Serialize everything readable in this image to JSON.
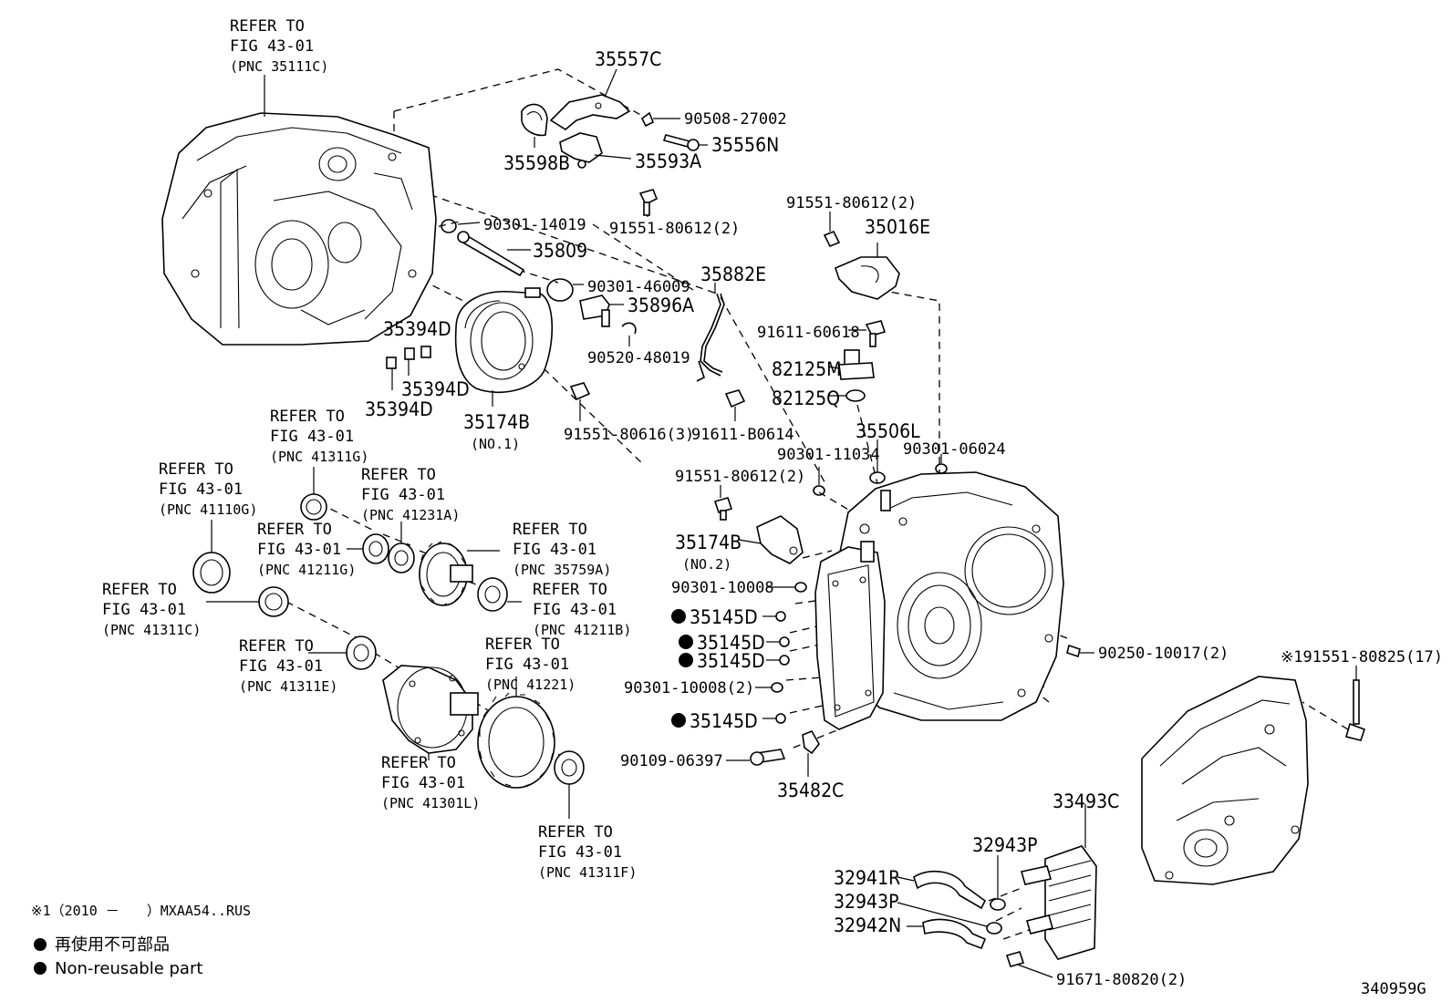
{
  "diagram_id": "340959G",
  "housing_refer": [
    "REFER TO",
    "FIG 43-01",
    "(PNC 35111C)"
  ],
  "refs": {
    "r41311g": [
      "REFER TO",
      "FIG 43-01",
      "(PNC 41311G)"
    ],
    "r41110g": [
      "REFER TO",
      "FIG 43-01",
      "(PNC 41110G)"
    ],
    "r41231a": [
      "REFER TO",
      "FIG 43-01",
      "(PNC 41231A)"
    ],
    "r41211g": [
      "REFER TO",
      "FIG 43-01",
      "(PNC 41211G)"
    ],
    "r35759a": [
      "REFER TO",
      "FIG 43-01",
      "(PNC 35759A)"
    ],
    "r41311c": [
      "REFER TO",
      "FIG 43-01",
      "(PNC 41311C)"
    ],
    "r41211b": [
      "REFER TO",
      "FIG 43-01",
      "(PNC 41211B)"
    ],
    "r41311e": [
      "REFER TO",
      "FIG 43-01",
      "(PNC 41311E)"
    ],
    "r41221": [
      "REFER TO",
      "FIG 43-01",
      "(PNC 41221)"
    ],
    "r41301l": [
      "REFER TO",
      "FIG 43-01",
      "(PNC 41301L)"
    ],
    "r41311f": [
      "REFER TO",
      "FIG 43-01",
      "(PNC 41311F)"
    ]
  },
  "parts": {
    "p35557c": "35557C",
    "p9050827002": "90508-27002",
    "p35556n": "35556N",
    "p35598b": "35598B",
    "p35593a": "35593A",
    "p91551_80612_top": "91551-80612(2)",
    "p9030114019": "90301-14019",
    "p35809": "35809",
    "p9030146009": "90301-46009",
    "p35896a": "35896A",
    "p9052048019": "90520-48019",
    "p35882e": "35882E",
    "p35394d_a": "35394D",
    "p35394d_b": "35394D",
    "p35394d_c": "35394D",
    "p35174b_1": "35174B",
    "p35174b_1_sub": "(NO.1)",
    "p9155180616": "91551-80616(3)",
    "p91611b0614": "91611-B0614",
    "p91551_80612_r": "91551-80612(2)",
    "p35016e": "35016E",
    "p9161160618": "91611-60618",
    "p82125m": "82125M",
    "p82125q": "82125Q",
    "p35506l": "35506L",
    "p9030111034": "90301-11034",
    "p9030106024": "90301-06024",
    "p91551_80612_m": "91551-80612(2)",
    "p35174b_2": "35174B",
    "p35174b_2_sub": "(NO.2)",
    "p90301_10008": "90301-10008",
    "p35145d_1": "35145D",
    "p35145d_2": "35145D",
    "p35145d_3": "35145D",
    "p90301_10008_2": "90301-10008(2)",
    "p35145d_4": "35145D",
    "p9010906397": "90109-06397",
    "p35482c": "35482C",
    "p9025010017": "90250-10017(2)",
    "p9155180825": "※191551-80825(17)",
    "p33493c": "33493C",
    "p32943p_a": "32943P",
    "p32941r": "32941R",
    "p32943p_b": "32943P",
    "p32942n": "32942N",
    "p9167180820": "91671-80820(2)"
  },
  "legend": {
    "note1": "※1（2010 －　　）MXAA54..RUS",
    "nonreuse_jp": "再使用不可部品",
    "nonreuse_en": "Non-reusable part"
  }
}
